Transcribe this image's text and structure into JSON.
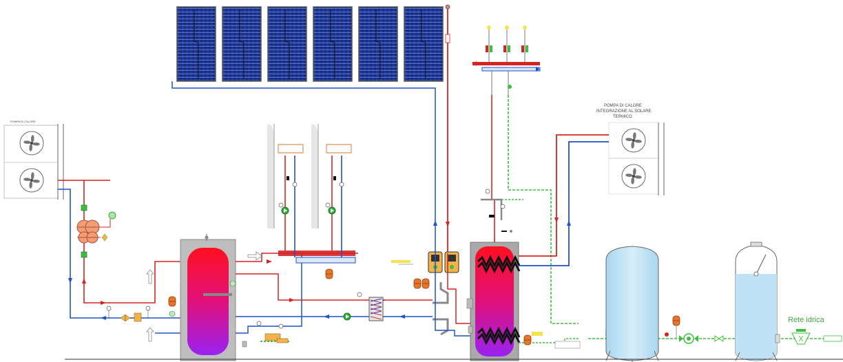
{
  "labels": {
    "heat_pump_left": "POMPA DI CALORE",
    "heat_pump_right_1": "POMPA DI CALORE",
    "heat_pump_right_2": "INTEGRAZIONE AL SOLARE",
    "heat_pump_right_3": "TERMICO",
    "water_mains": "Rete idrica"
  },
  "colors": {
    "hot": "#d42424",
    "cold": "#1e52c8",
    "solar": "#d42424",
    "potable": "#3cbf3c",
    "panel": "#1a2f8a",
    "tank_top": "#f0102a",
    "tank_bottom": "#a020f0",
    "vessel": "#bfe3f5"
  },
  "icons": [
    "fan-icon",
    "pump-icon",
    "valve-icon",
    "expansion-vessel-icon",
    "heat-exchanger-icon",
    "filter-icon"
  ]
}
